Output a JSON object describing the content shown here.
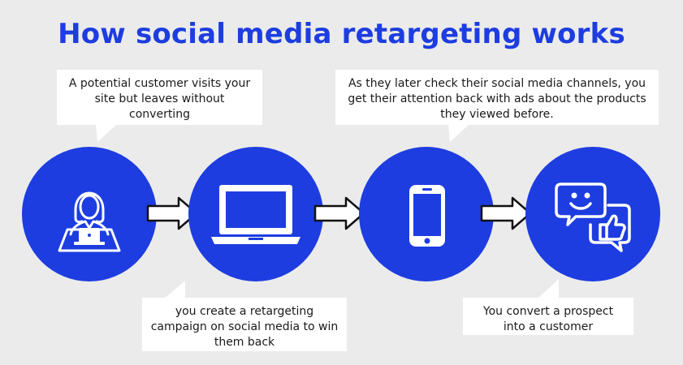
{
  "title": "How social media retargeting works",
  "steps": [
    {
      "icon": "user-at-laptop-icon",
      "text": "A potential customer visits your site but leaves without converting"
    },
    {
      "icon": "laptop-icon",
      "text": "you create a retargeting campaign on social media to win them back"
    },
    {
      "icon": "smartphone-icon",
      "text": "As they later check their social media channels, you get their attention back with ads about the products they viewed before."
    },
    {
      "icon": "chat-thumbs-up-icon",
      "text": "You convert a prospect into a customer"
    }
  ],
  "colors": {
    "accent": "#1d3de0",
    "background": "#ebebeb",
    "callout": "#ffffff"
  }
}
